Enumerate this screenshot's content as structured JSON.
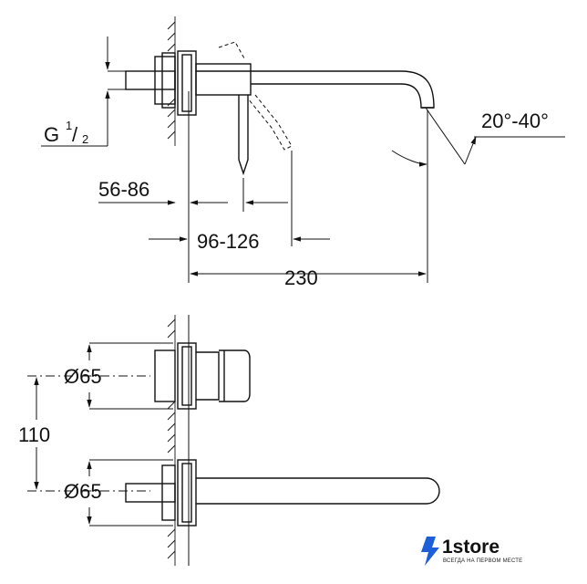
{
  "labels": {
    "thread": "G",
    "thread_num": "1",
    "thread_den": "2",
    "angle": "20°-40°",
    "wall_range": "56-86",
    "lever_range": "96-126",
    "projection": "230",
    "top_diameter": "Ø65",
    "bottom_diameter": "Ø65",
    "spacing": "110"
  },
  "logo": {
    "name": "1store",
    "tagline": "ВСЕГДА НА ПЕРВОМ МЕСТЕ",
    "accent_color": "#1e5fd9"
  }
}
